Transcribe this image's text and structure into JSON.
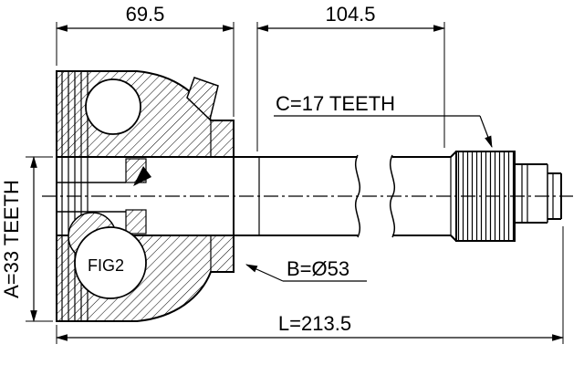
{
  "drawing": {
    "dimensions": {
      "joint_width": "69.5",
      "shaft_segment": "104.5",
      "overall_length": "L=213.5"
    },
    "labels": {
      "inner_spline": "A=33 TEETH",
      "outer_spline": "C=17 TEETH",
      "diameter": "B=Ø53",
      "figure": "FIG2"
    },
    "colors": {
      "line": "#000000",
      "background": "#ffffff"
    }
  }
}
